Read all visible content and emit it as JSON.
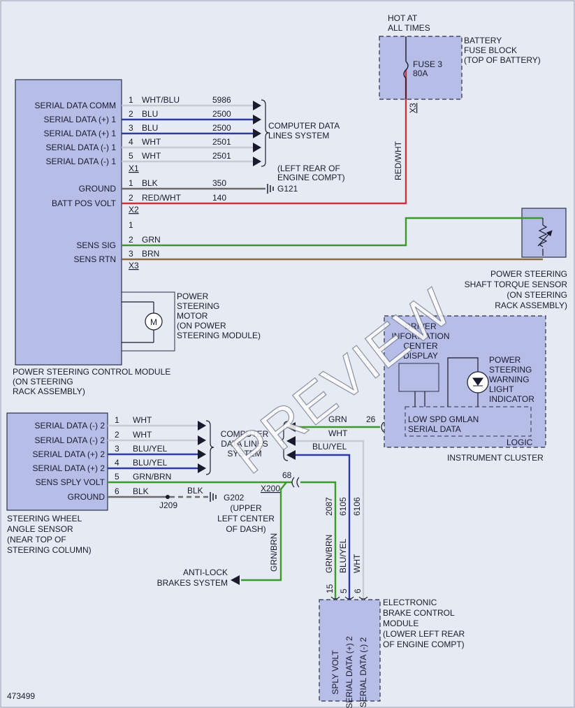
{
  "colors": {
    "background": "#e6eaf2",
    "component_fill": "#b6bde6",
    "white_wire": "#c9cbd3",
    "blue_wire": "#2e3aa8",
    "green_wire": "#3a9a2a",
    "red_wire": "#c8323a",
    "brown_wire": "#8a6a3a",
    "black_wire": "#202020"
  },
  "diagram_id": "473499",
  "watermark": "PREVIEW",
  "hot_label": [
    "HOT AT",
    "ALL TIMES"
  ],
  "battery": {
    "label": [
      "BATTERY",
      "FUSE BLOCK",
      "(TOP OF BATTERY)"
    ],
    "fuse": [
      "FUSE 3",
      "80A"
    ],
    "connector": "X3",
    "wire_color": "RED/WHT"
  },
  "pscm": {
    "label": [
      "POWER STEERING CONTROL MODULE",
      "(ON STEERING",
      "RACK ASSEMBLY)"
    ],
    "pins_x1": [
      {
        "pin": "1",
        "name": "SERIAL DATA COMM",
        "color": "WHT/BLU",
        "circuit": "5986"
      },
      {
        "pin": "2",
        "name": "SERIAL DATA (+) 1",
        "color": "BLU",
        "circuit": "2500"
      },
      {
        "pin": "3",
        "name": "SERIAL DATA (+) 1",
        "color": "BLU",
        "circuit": "2500"
      },
      {
        "pin": "4",
        "name": "SERIAL DATA (-) 1",
        "color": "WHT",
        "circuit": "2501"
      },
      {
        "pin": "5",
        "name": "SERIAL DATA (-) 1",
        "color": "WHT",
        "circuit": "2501"
      }
    ],
    "connector_x1": "X1",
    "pins_x2": [
      {
        "pin": "1",
        "name": "GROUND",
        "color": "BLK",
        "circuit": "350"
      },
      {
        "pin": "2",
        "name": "BATT POS VOLT",
        "color": "RED/WHT",
        "circuit": "140"
      }
    ],
    "connector_x2": "X2",
    "pins_x3": [
      {
        "pin": "1",
        "name": "",
        "color": ""
      },
      {
        "pin": "2",
        "name": "SENS SIG",
        "color": "GRN"
      },
      {
        "pin": "3",
        "name": "SENS RTN",
        "color": "BRN"
      }
    ],
    "connector_x3": "X3",
    "motor_symbol": "M",
    "motor_label": [
      "POWER",
      "STEERING",
      "MOTOR",
      "(ON POWER",
      "STEERING MODULE)"
    ]
  },
  "computer_data_lines_1": [
    "COMPUTER DATA",
    "LINES SYSTEM"
  ],
  "ground_g121": {
    "label": [
      "(LEFT REAR OF",
      "ENGINE COMPT)"
    ],
    "id": "G121"
  },
  "torque_sensor": {
    "label": [
      "POWER STEERING",
      "SHAFT TORQUE SENSOR",
      "(ON STEERING",
      "RACK ASSEMBLY)"
    ]
  },
  "instrument_cluster": {
    "label": "INSTRUMENT CLUSTER",
    "logic": "LOGIC",
    "dic_label": [
      "DRIVER",
      "INFORMATION",
      "CENTER",
      "DISPLAY"
    ],
    "warning_label": [
      "POWER",
      "STEERING",
      "WARNING",
      "LIGHT",
      "INDICATOR"
    ],
    "gmlan_label": [
      "LOW SPD GMLAN",
      "SERIAL DATA"
    ],
    "pin": "26",
    "wires": [
      "GRN",
      "WHT",
      "BLU/YEL"
    ]
  },
  "swas": {
    "label": [
      "STEERING WHEEL",
      "ANGLE SENSOR",
      "(NEAR TOP OF",
      "STEERING COLUMN)"
    ],
    "pins": [
      {
        "pin": "1",
        "name": "SERIAL DATA (-) 2",
        "color": "WHT"
      },
      {
        "pin": "2",
        "name": "SERIAL DATA (-) 2",
        "color": "WHT"
      },
      {
        "pin": "3",
        "name": "SERIAL DATA (+) 2",
        "color": "BLU/YEL"
      },
      {
        "pin": "4",
        "name": "SERIAL DATA (+) 2",
        "color": "BLU/YEL"
      },
      {
        "pin": "5",
        "name": "SENS SPLY VOLT",
        "color": "GRN/BRN"
      },
      {
        "pin": "6",
        "name": "GROUND",
        "color": "BLK"
      }
    ],
    "blk2": "BLK",
    "splice": "J209"
  },
  "computer_data_lines_2": [
    "COMPUTER",
    "DATA LINES",
    "SYSTEM"
  ],
  "ground_g202": {
    "id": "G202",
    "label": [
      "(UPPER",
      "LEFT CENTER",
      "OF DASH)"
    ]
  },
  "x200": {
    "id": "X200",
    "pin": "68"
  },
  "abs": {
    "label": [
      "ANTI-LOCK",
      "BRAKES SYSTEM"
    ],
    "wire": "GRN/BRN"
  },
  "ebcm": {
    "label": [
      "ELECTRONIC",
      "BRAKE CONTROL",
      "MODULE",
      "(LOWER LEFT REAR",
      "OF ENGINE COMPT)"
    ],
    "pins": [
      {
        "pin": "15",
        "name": "SPLY VOLT",
        "color": "GRN/BRN",
        "circuit": "2087"
      },
      {
        "pin": "5",
        "name": "SERIAL DATA (+) 2",
        "color": "BLU/YEL",
        "circuit": "6105"
      },
      {
        "pin": "6",
        "name": "SERIAL DATA (-) 2",
        "color": "WHT",
        "circuit": "6106"
      }
    ]
  }
}
